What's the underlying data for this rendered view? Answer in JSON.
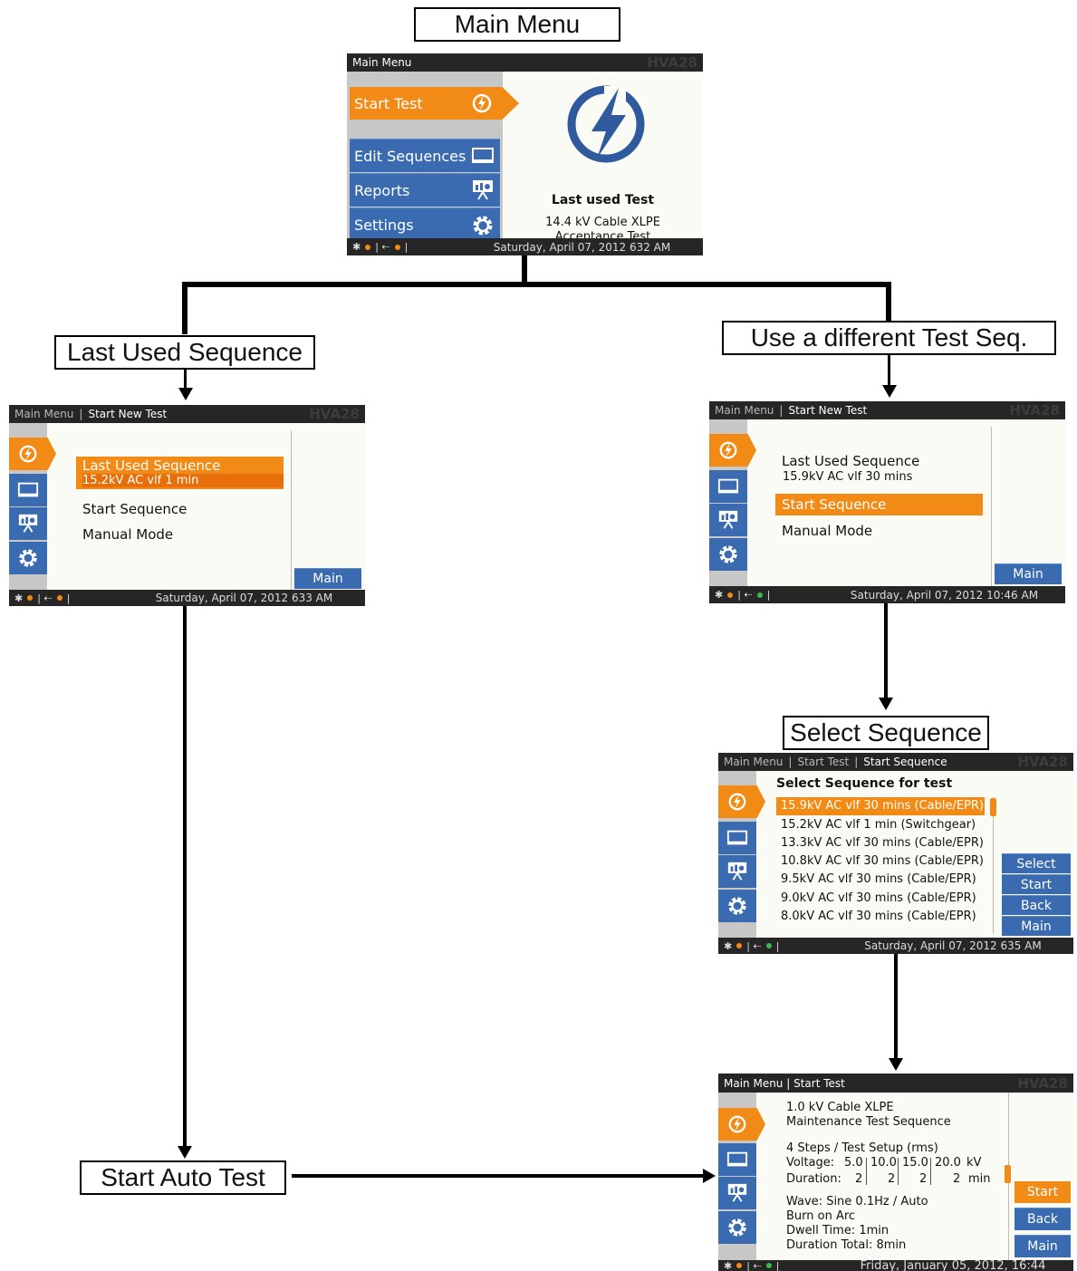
{
  "labels": {
    "main_menu": "Main Menu",
    "last_used": "Last Used Sequence",
    "different": "Use a different Test Seq.",
    "select_seq": "Select Sequence",
    "auto_test": "Start Auto Test"
  },
  "screen_main": {
    "title": "Main Menu",
    "brand": "HVA28",
    "menu": [
      "Start Test",
      "Edit Sequences",
      "Reports",
      "Settings"
    ],
    "last_used_title": "Last used Test",
    "last_used_line1": "14.4 kV Cable XLPE",
    "last_used_line2": "Acceptance Test",
    "datetime": "Saturday, April 07, 2012 632 AM"
  },
  "screen_last": {
    "crumb1": "Main Menu",
    "crumb2": "Start New Test",
    "brand": "HVA28",
    "hl_title": "Last Used Sequence",
    "hl_sub": "15.2kV AC vlf 1 min",
    "item1": "Start Sequence",
    "item2": "Manual Mode",
    "main_btn": "Main",
    "datetime": "Saturday, April 07, 2012 633 AM"
  },
  "screen_diff": {
    "crumb1": "Main Menu",
    "crumb2": "Start New Test",
    "brand": "HVA28",
    "item_title": "Last Used Sequence",
    "item_sub": "15.9kV AC vlf 30 mins",
    "hl_item": "Start Sequence",
    "item2": "Manual Mode",
    "main_btn": "Main",
    "datetime": "Saturday, April 07, 2012 10:46 AM"
  },
  "screen_select": {
    "crumb1": "Main Menu",
    "crumb2": "Start Test",
    "crumb3": "Start Sequence",
    "brand": "HVA28",
    "heading": "Select Sequence for test",
    "items": [
      "15.9kV AC vlf 30 mins (Cable/EPR)",
      "15.2kV AC vlf 1 min (Switchgear)",
      "13.3kV AC vlf 30 mins (Cable/EPR)",
      "10.8kV AC vlf 30 mins (Cable/EPR)",
      "9.5kV AC vlf 30 mins (Cable/EPR)",
      "9.0kV AC vlf 30 mins (Cable/EPR)",
      "8.0kV AC vlf 30 mins (Cable/EPR)"
    ],
    "buttons": [
      "Select",
      "Start",
      "Back",
      "Main"
    ],
    "datetime": "Saturday, April 07, 2012 635 AM"
  },
  "screen_auto": {
    "crumb": "Main Menu | Start Test",
    "brand": "HVA28",
    "line1": "1.0 kV  Cable XLPE",
    "line2": "Maintenance Test Sequence",
    "steps": "4 Steps / Test Setup (rms)",
    "voltage_label": "Voltage:",
    "voltage_values": [
      "5.0",
      "10.0",
      "15.0",
      "20.0"
    ],
    "voltage_unit": "kV",
    "duration_label": "Duration:",
    "duration_values": [
      "2",
      "2",
      "2",
      "2"
    ],
    "duration_unit": "min",
    "wave": "Wave: Sine 0.1Hz / Auto",
    "burn": "Burn on Arc",
    "dwell": "Dwell Time: 1min",
    "total": "Duration Total: 8min",
    "buttons": [
      "Start",
      "Back",
      "Main"
    ],
    "datetime": "Friday, January 05, 2012, 16:44"
  },
  "colors": {
    "accent": "#f28b16",
    "blue": "#3a6bb0",
    "bar": "#262626"
  }
}
